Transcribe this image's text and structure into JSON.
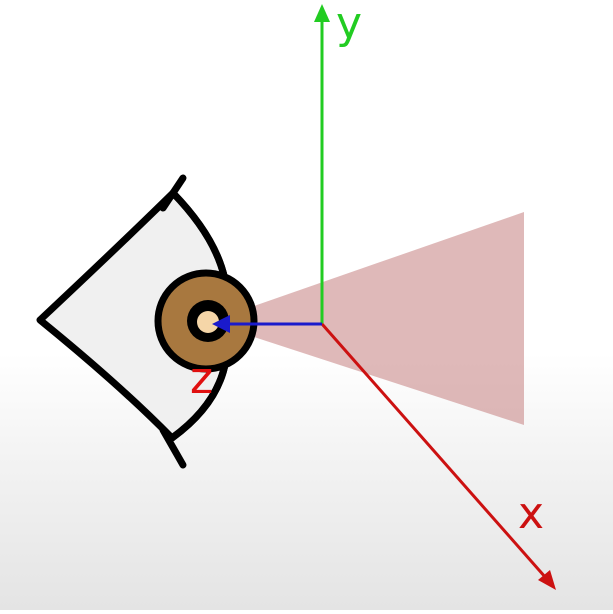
{
  "axes": {
    "x": {
      "label": "x",
      "color": "#cc1111"
    },
    "y": {
      "label": "y",
      "color": "#22cc22"
    },
    "z": {
      "label": "z",
      "color": "#e01010",
      "arrow_color": "#1a1acc"
    }
  },
  "frustum": {
    "color": "#c98a8a",
    "opacity": 0.6
  },
  "eye": {
    "outline_color": "#000000",
    "sclera_color": "#f0f0f0",
    "iris_color": "#a8783f",
    "pupil_color": "#000000",
    "highlight_color": "#f5d6a8"
  }
}
